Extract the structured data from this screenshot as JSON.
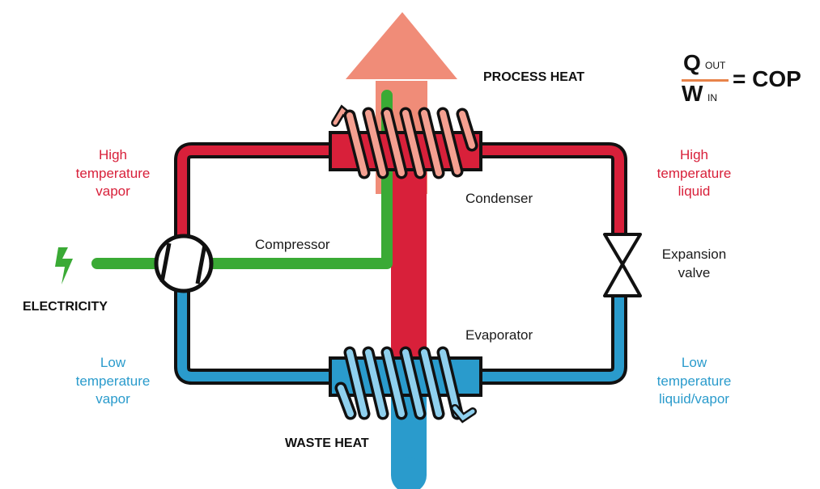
{
  "labels": {
    "high_temp_vapor": [
      "High",
      "temperature",
      "vapor"
    ],
    "high_temp_liquid": [
      "High",
      "temperature",
      "liquid"
    ],
    "low_temp_vapor": [
      "Low",
      "temperature",
      "vapor"
    ],
    "low_temp_liquid_vapor": [
      "Low",
      "temperature",
      "liquid/vapor"
    ],
    "process_heat": "PROCESS HEAT",
    "waste_heat": "WASTE HEAT",
    "electricity": "ELECTRICITY",
    "compressor": "Compressor",
    "condenser": "Condenser",
    "evaporator": "Evaporator",
    "expansion_valve": [
      "Expansion",
      "valve"
    ]
  },
  "formula": {
    "numerator": "Q",
    "numerator_sub": "OUT",
    "denominator": "W",
    "denominator_sub": "IN",
    "result": "= COP"
  },
  "colors": {
    "hot": "#d8203a",
    "cold": "#2a9bcc",
    "electric": "#3aaa35",
    "heat_out": "#f08c78",
    "coil_hot": "#f4a091",
    "coil_cold": "#8fd0ee",
    "outline": "#2b2b2b",
    "fraction_bar": "#e8834a"
  },
  "icons": {
    "electricity": "lightning-bolt-icon",
    "compressor": "compressor-symbol",
    "expansion_valve": "valve-symbol"
  }
}
